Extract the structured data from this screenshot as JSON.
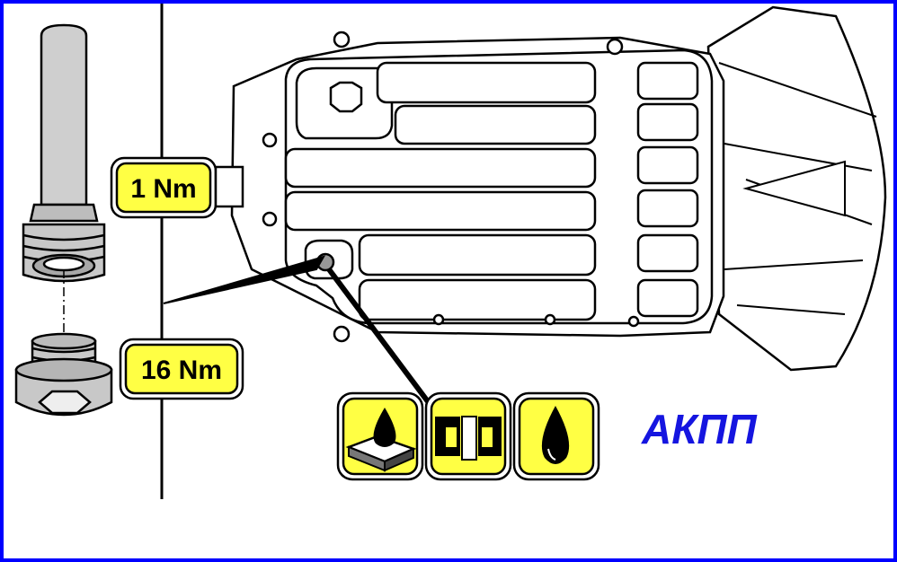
{
  "labels": {
    "torque_upper": "1 Nm",
    "torque_lower": "16 Nm",
    "caption": "АКПП"
  },
  "colors": {
    "frame": "#0000ff",
    "label_fill": "#ffff44",
    "caption": "#1515e0",
    "line": "#000000",
    "part_fill": "#c8c8c8"
  },
  "icons": [
    "oil-pan-drop-icon",
    "seal-profile-icon",
    "oil-drop-icon"
  ]
}
